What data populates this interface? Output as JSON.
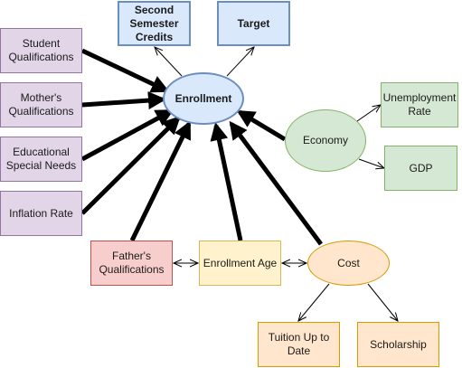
{
  "nodes": {
    "second_semester": "Second\nSemester\nCredits",
    "target": "Target",
    "enrollment": "Enrollment",
    "student_qual": "Student\nQualifications",
    "mother_qual": "Mother's\nQualifications",
    "special_needs": "Educational\nSpecial Needs",
    "inflation": "Inflation Rate",
    "economy": "Economy",
    "unemployment": "Unemployment\nRate",
    "gdp": "GDP",
    "father_qual": "Father's\nQualifications",
    "enrollment_age": "Enrollment Age",
    "cost": "Cost",
    "tuition": "Tuition Up to\nDate",
    "scholarship": "Scholarship"
  },
  "edges": [
    {
      "from": "student_qual",
      "to": "enrollment",
      "weight": "thick",
      "arrow": "end"
    },
    {
      "from": "mother_qual",
      "to": "enrollment",
      "weight": "thick",
      "arrow": "end"
    },
    {
      "from": "special_needs",
      "to": "enrollment",
      "weight": "thick",
      "arrow": "end"
    },
    {
      "from": "inflation",
      "to": "enrollment",
      "weight": "thick",
      "arrow": "end"
    },
    {
      "from": "father_qual",
      "to": "enrollment",
      "weight": "thick",
      "arrow": "end"
    },
    {
      "from": "enrollment_age",
      "to": "enrollment",
      "weight": "thick",
      "arrow": "end"
    },
    {
      "from": "cost",
      "to": "enrollment",
      "weight": "thick",
      "arrow": "end"
    },
    {
      "from": "economy",
      "to": "enrollment",
      "weight": "thick",
      "arrow": "end"
    },
    {
      "from": "enrollment",
      "to": "second_semester",
      "weight": "thin",
      "arrow": "end"
    },
    {
      "from": "enrollment",
      "to": "target",
      "weight": "thin",
      "arrow": "end"
    },
    {
      "from": "economy",
      "to": "unemployment",
      "weight": "thin",
      "arrow": "end"
    },
    {
      "from": "economy",
      "to": "gdp",
      "weight": "thin",
      "arrow": "end"
    },
    {
      "from": "cost",
      "to": "tuition",
      "weight": "thin",
      "arrow": "end"
    },
    {
      "from": "cost",
      "to": "scholarship",
      "weight": "thin",
      "arrow": "end"
    },
    {
      "from": "father_qual",
      "to": "enrollment_age",
      "weight": "thin",
      "arrow": "both"
    },
    {
      "from": "enrollment_age",
      "to": "cost",
      "weight": "thin",
      "arrow": "both"
    }
  ]
}
